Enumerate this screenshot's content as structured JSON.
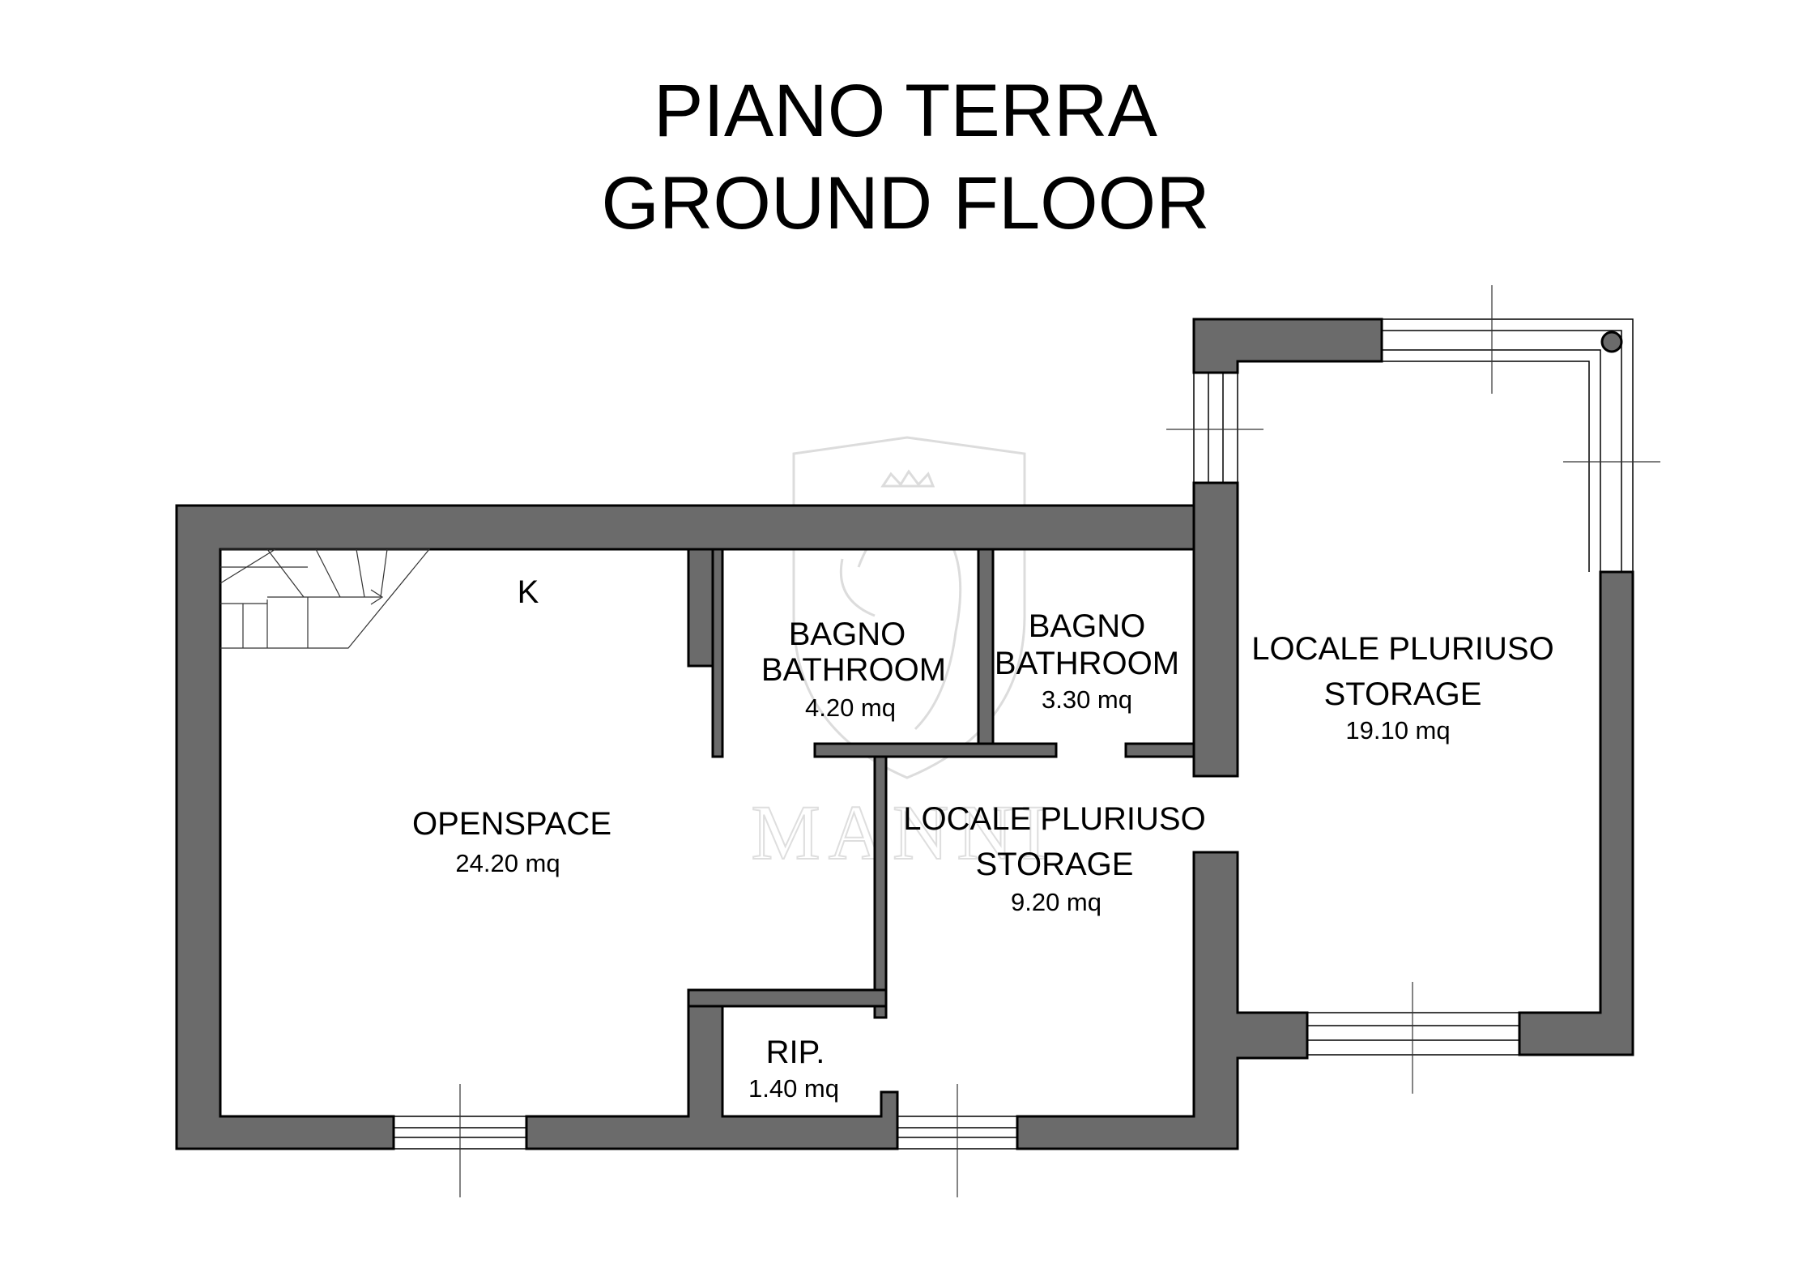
{
  "title": {
    "line1": "PIANO TERRA",
    "line2": "GROUND FLOOR"
  },
  "rooms": {
    "openspace": {
      "name": "OPENSPACE",
      "area": "24.20 mq"
    },
    "kitchen": {
      "name": "K"
    },
    "bath1": {
      "name_it": "BAGNO",
      "name_en": "BATHROOM",
      "area": "4.20 mq"
    },
    "bath2": {
      "name_it": "BAGNO",
      "name_en": "BATHROOM",
      "area": "3.30 mq"
    },
    "storage_small": {
      "name_it": "LOCALE PLURIUSO",
      "name_en": "STORAGE",
      "area": "9.20 mq"
    },
    "storage_large": {
      "name_it": "LOCALE PLURIUSO",
      "name_en": "STORAGE",
      "area": "19.10 mq"
    },
    "closet": {
      "name": "RIP.",
      "area": "1.40 mq"
    }
  },
  "watermark": {
    "text": "MANNI",
    "icon": "lion-crest-icon"
  },
  "colors": {
    "wall": "#6b6b6b",
    "line": "#000000",
    "background": "#ffffff"
  }
}
